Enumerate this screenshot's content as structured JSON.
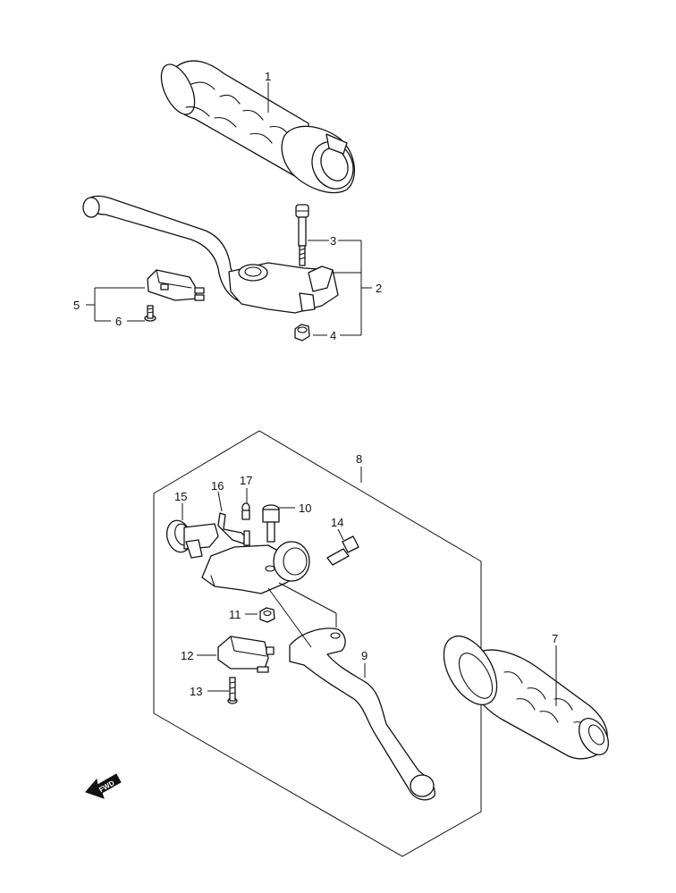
{
  "callouts": {
    "c1": "1",
    "c2": "2",
    "c3": "3",
    "c4": "4",
    "c5": "5",
    "c6": "6",
    "c7": "7",
    "c8": "8",
    "c9": "9",
    "c10": "10",
    "c11": "11",
    "c12": "12",
    "c13": "13",
    "c14": "14",
    "c15": "15",
    "c16": "16",
    "c17": "17"
  },
  "fwd_label": "FWD"
}
